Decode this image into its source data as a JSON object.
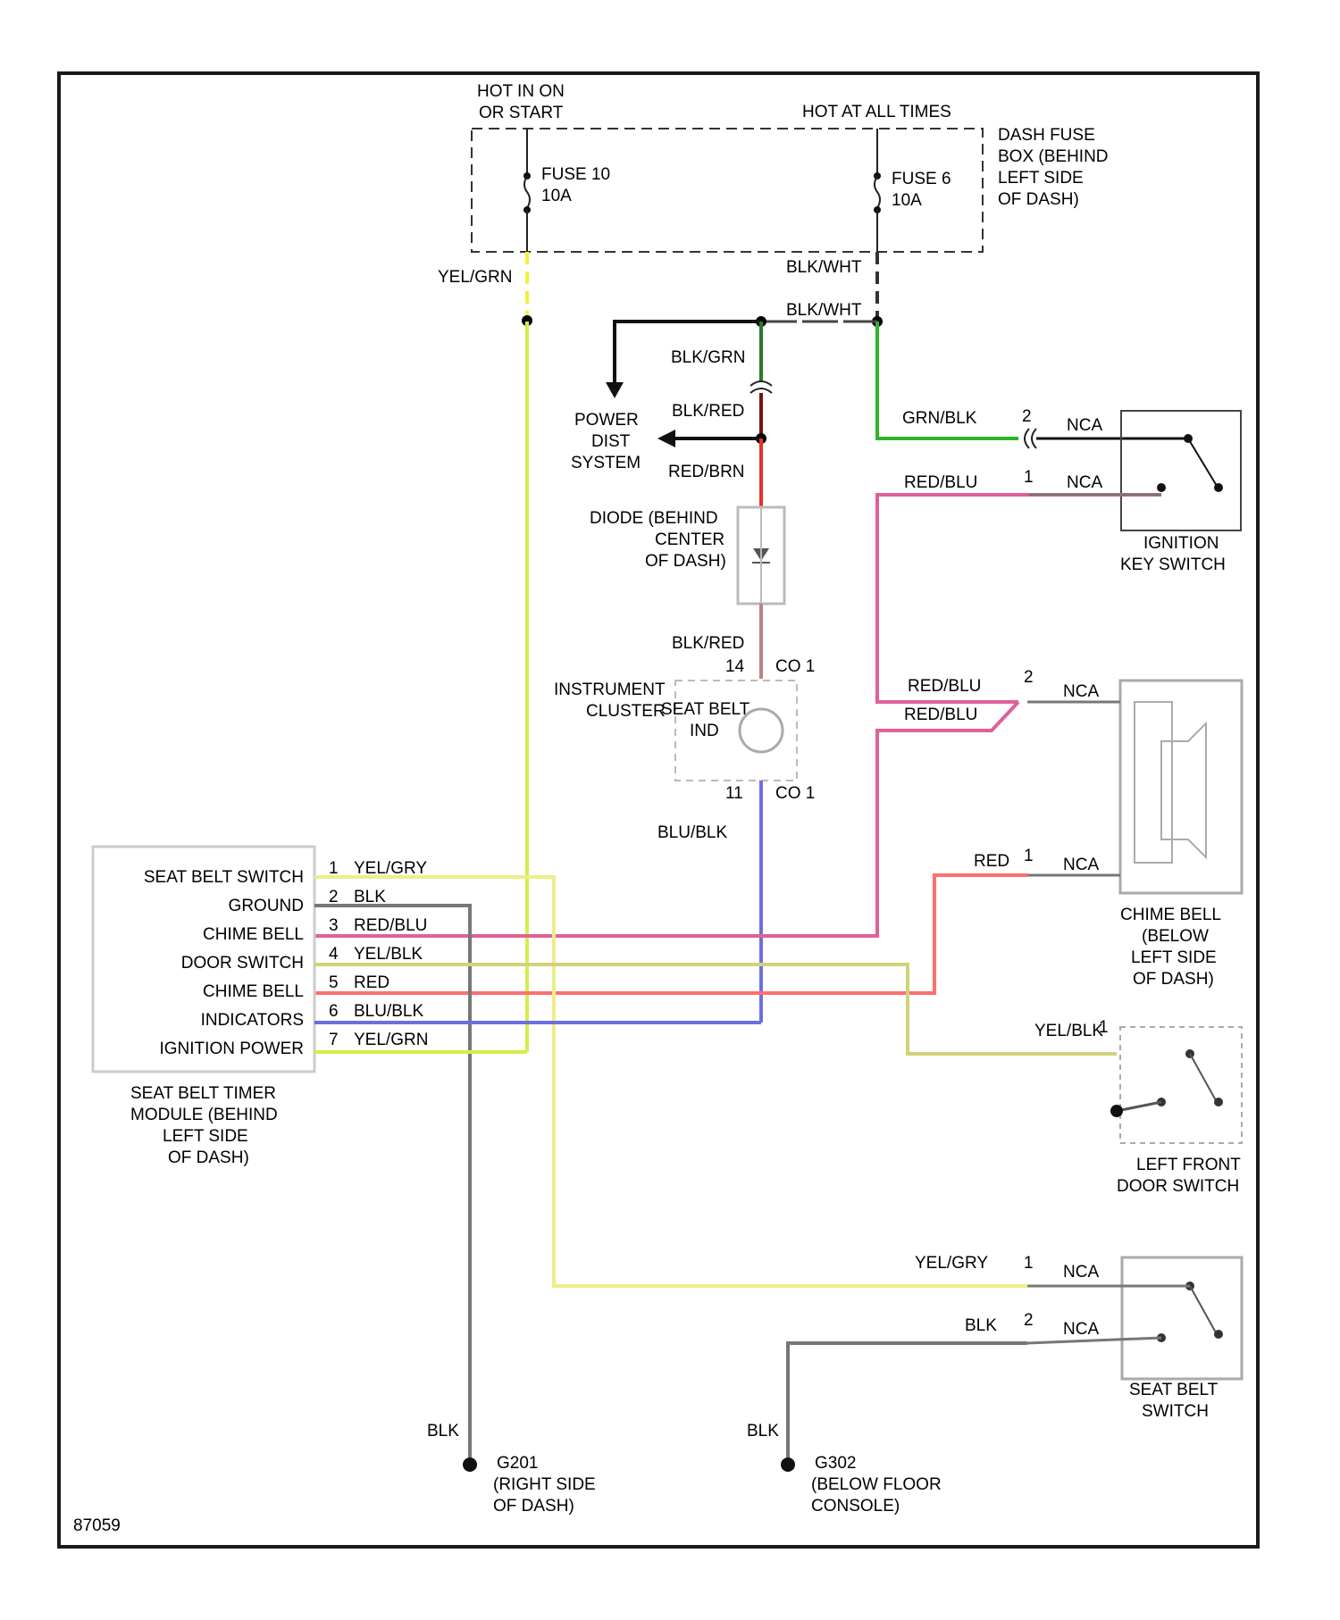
{
  "fuse_box": {
    "hot_run": [
      "HOT IN ON",
      "OR START"
    ],
    "hot_always": "HOT AT ALL TIMES",
    "label": [
      "DASH FUSE",
      "BOX (BEHIND",
      "LEFT SIDE",
      "OF DASH)"
    ],
    "fuse10": [
      "FUSE 10",
      "10A"
    ],
    "fuse6": [
      "FUSE 6",
      "10A"
    ]
  },
  "power_dist": [
    "POWER",
    "DIST",
    "SYSTEM"
  ],
  "wires": {
    "yel_grn": "YEL/GRN",
    "blk_wht_1": "BLK/WHT",
    "blk_wht_2": "BLK/WHT",
    "blk_grn": "BLK/GRN",
    "blk_red": "BLK/RED",
    "red_brn": "RED/BRN",
    "grn_blk": "GRN/BLK",
    "red_blu": "RED/BLU"
  },
  "ignition_switch": {
    "pin2": "2",
    "pin1": "1",
    "nca_2": "NCA",
    "nca_1": "NCA",
    "label": [
      "IGNITION",
      "KEY SWITCH"
    ]
  },
  "diode": [
    "DIODE (BEHIND",
    "CENTER",
    "OF DASH)"
  ],
  "cluster": {
    "label": [
      "INSTRUMENT",
      "CLUSTER"
    ],
    "indicator": [
      "SEAT BELT",
      "IND"
    ],
    "wire_in": "BLK/RED",
    "wire_out": "BLU/BLK",
    "pin_top": "14",
    "conn_top": "CO 1",
    "pin_bot": "11",
    "conn_bot": "CO 1"
  },
  "chime": {
    "wire_top": "RED/BLU",
    "wire_top2": "RED/BLU",
    "pin_top": "2",
    "nca_top": "NCA",
    "wire_bot": "RED",
    "pin_bot": "1",
    "nca_bot": "NCA",
    "label": [
      "CHIME BELL",
      "(BELOW",
      "LEFT SIDE",
      "OF DASH)"
    ]
  },
  "module": {
    "rows": [
      {
        "label": "SEAT BELT SWITCH",
        "pin": "1",
        "wire": "YEL/GRY"
      },
      {
        "label": "GROUND",
        "pin": "2",
        "wire": "BLK"
      },
      {
        "label": "CHIME BELL",
        "pin": "3",
        "wire": "RED/BLU"
      },
      {
        "label": "DOOR SWITCH",
        "pin": "4",
        "wire": "YEL/BLK"
      },
      {
        "label": "CHIME BELL",
        "pin": "5",
        "wire": "RED"
      },
      {
        "label": "INDICATORS",
        "pin": "6",
        "wire": "BLU/BLK"
      },
      {
        "label": "IGNITION POWER",
        "pin": "7",
        "wire": "YEL/GRN"
      }
    ],
    "label": [
      "SEAT BELT TIMER",
      "MODULE (BEHIND",
      "LEFT SIDE",
      "OF DASH)"
    ]
  },
  "door_switch": {
    "wire": "YEL/BLK",
    "pin": "1",
    "label": [
      "LEFT FRONT",
      "DOOR SWITCH"
    ]
  },
  "seat_belt_switch": {
    "wire1": "YEL/GRY",
    "pin1": "1",
    "nca1": "NCA",
    "wire2": "BLK",
    "pin2": "2",
    "nca2": "NCA",
    "label": [
      "SEAT BELT",
      "SWITCH"
    ]
  },
  "ground1": {
    "wire": "BLK",
    "name": "G201",
    "loc": [
      "(RIGHT SIDE",
      "OF DASH)"
    ]
  },
  "ground2": {
    "wire": "BLK",
    "name": "G302",
    "loc": [
      "(BELOW FLOOR",
      "CONSOLE)"
    ]
  },
  "figure_id": "87059",
  "colors": {
    "yellow": "#f2f03a",
    "yellow_green": "#d4ee4a",
    "green": "#2bb52b",
    "red": "#e8312c",
    "pink": "#e0609a",
    "blue": "#6b6fe0",
    "gray": "#777777",
    "pale_yellow": "#eeee88",
    "olive_yellow": "#d2d27a"
  }
}
